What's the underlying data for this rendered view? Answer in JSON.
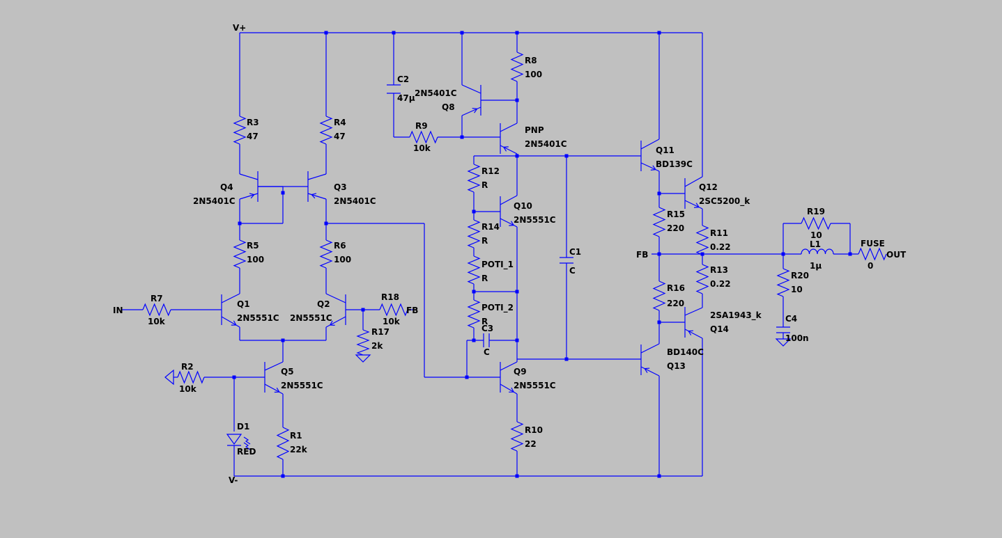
{
  "colors": {
    "background": "#c0c0c0",
    "wire": "#0000ff",
    "text": "#000000"
  },
  "nets": {
    "vplus": "V+",
    "vminus": "V-",
    "in": "IN",
    "fb1": "FB",
    "fb2": "FB",
    "out": "OUT"
  },
  "components": {
    "R1": {
      "name": "R1",
      "value": "22k"
    },
    "R2": {
      "name": "R2",
      "value": "10k"
    },
    "R3": {
      "name": "R3",
      "value": "47"
    },
    "R4": {
      "name": "R4",
      "value": "47"
    },
    "R5": {
      "name": "R5",
      "value": "100"
    },
    "R6": {
      "name": "R6",
      "value": "100"
    },
    "R7": {
      "name": "R7",
      "value": "10k"
    },
    "R8": {
      "name": "R8",
      "value": "100"
    },
    "R9": {
      "name": "R9",
      "value": "10k"
    },
    "R10": {
      "name": "R10",
      "value": "22"
    },
    "R11": {
      "name": "R11",
      "value": "0.22"
    },
    "R12": {
      "name": "R12",
      "value": "R"
    },
    "R13": {
      "name": "R13",
      "value": "0.22"
    },
    "R14": {
      "name": "R14",
      "value": "R"
    },
    "R15": {
      "name": "R15",
      "value": "220"
    },
    "R16": {
      "name": "R16",
      "value": "220"
    },
    "R17": {
      "name": "R17",
      "value": "2k"
    },
    "R18": {
      "name": "R18",
      "value": "10k"
    },
    "R19": {
      "name": "R19",
      "value": "10"
    },
    "R20": {
      "name": "R20",
      "value": "10"
    },
    "POTI_1": {
      "name": "POTI_1",
      "value": "R"
    },
    "POTI_2": {
      "name": "POTI_2",
      "value": "R"
    },
    "FUSE": {
      "name": "FUSE",
      "value": "0"
    },
    "C1": {
      "name": "C1",
      "value": "C"
    },
    "C2": {
      "name": "C2",
      "value": "47µ"
    },
    "C3": {
      "name": "C3",
      "value": "C"
    },
    "C4": {
      "name": "C4",
      "value": "100n"
    },
    "L1": {
      "name": "L1",
      "value": "1µ"
    },
    "D1": {
      "name": "D1",
      "value": "RED"
    },
    "Q1": {
      "name": "Q1",
      "value": "2N5551C"
    },
    "Q2": {
      "name": "Q2",
      "value": "2N5551C"
    },
    "Q3": {
      "name": "Q3",
      "value": "2N5401C"
    },
    "Q4": {
      "name": "Q4",
      "value": "2N5401C"
    },
    "Q5": {
      "name": "Q5",
      "value": "2N5551C"
    },
    "Q8": {
      "name": "Q8",
      "value": "2N5401C"
    },
    "PNP": {
      "name": "PNP",
      "value": "2N5401C"
    },
    "Q9": {
      "name": "Q9",
      "value": "2N5551C"
    },
    "Q10": {
      "name": "Q10",
      "value": "2N5551C"
    },
    "Q11": {
      "name": "Q11",
      "value": "BD139C"
    },
    "Q12": {
      "name": "Q12",
      "value": "2SC5200_k"
    },
    "Q13": {
      "name": "Q13",
      "value": "BD140C"
    },
    "Q14": {
      "name": "Q14",
      "value": "2SA1943_k"
    }
  }
}
